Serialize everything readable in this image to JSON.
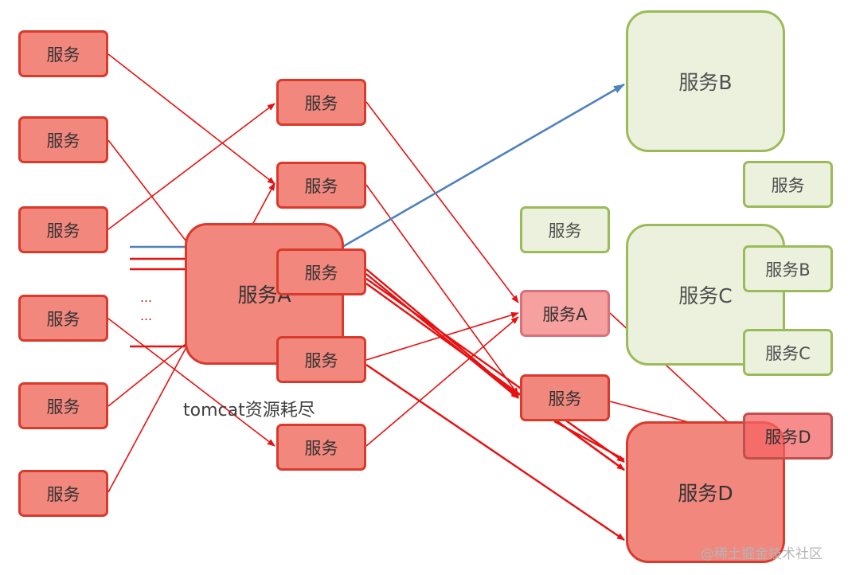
{
  "labels": {
    "service": "服务",
    "service_a": "服务A",
    "service_b": "服务B",
    "service_c": "服务C",
    "service_d": "服务D"
  },
  "caption": "tomcat资源耗尽",
  "ellipsis": "…",
  "watermark": "@稀土掘金技术社区",
  "colors": {
    "red_fill": "#f2877d",
    "red_border": "#d93a2b",
    "green_fill": "#ebf1dd",
    "green_border": "#9bbb59",
    "arrow_red": "#e81010",
    "arrow_blue": "#4f81bd"
  }
}
